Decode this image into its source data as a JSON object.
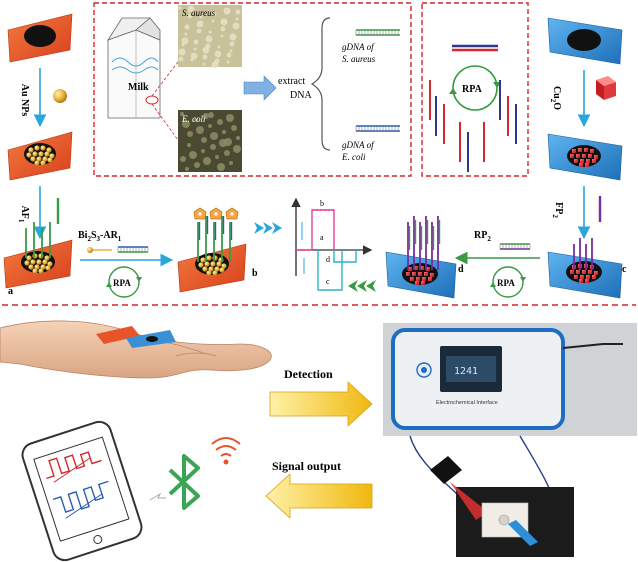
{
  "labels": {
    "au_nps": "Au NPs",
    "cu2o_main": "Cu",
    "cu2o_sub": "2",
    "cu2o_tail": "O",
    "af_main": "AF",
    "af_sub": "1",
    "fp_main": "FP",
    "fp_sub": "2",
    "bi_main": "Bi",
    "bi_sub1": "2",
    "bi_s": "S",
    "bi_sub2": "3",
    "bi_ar": "-AR",
    "bi_sub3": "1",
    "rp_main": "RP",
    "rp_sub": "2",
    "rpa": "RPA",
    "milk": "Milk",
    "s_aureus": "S. aureus",
    "e_coli": "E. coli",
    "extract": "extract",
    "dna": "DNA",
    "gdna_of": "gDNA of",
    "detection": "Detection",
    "signal_output": "Signal output",
    "device_screen": "Electrochemical Interface",
    "device_value": "1241",
    "step_a": "a",
    "step_b": "b",
    "step_c": "c",
    "step_d": "d"
  },
  "colors": {
    "orange_chip": "#e8542a",
    "blue_chip": "#3b8fd6",
    "dashed_red": "#d7262c",
    "arrow_blue": "#2aa6dd",
    "arrow_green": "#3a9a44",
    "signal_pink": "#e8409a",
    "signal_blue": "#2fb0c8",
    "yellow_arrow": "#f3c522"
  }
}
